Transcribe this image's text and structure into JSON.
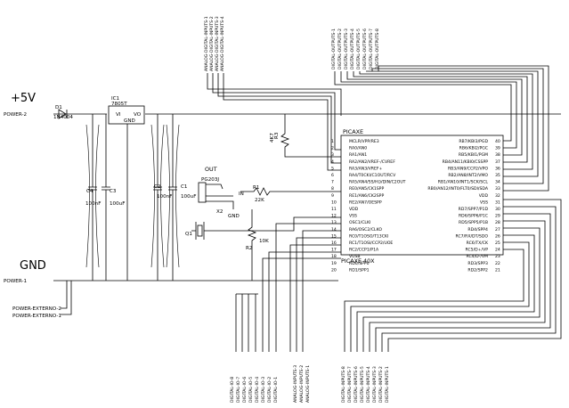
{
  "rails": {
    "vplus": "+5V",
    "gnd": "GND"
  },
  "ports": {
    "power2": "POWER-2",
    "power1": "POWER-1",
    "ext2": "POWER-EXTERNO-2",
    "ext1": "POWER-EXTERNO-1",
    "out": "OUT",
    "in": "IN",
    "gnd_small": "GND"
  },
  "parts": {
    "d1": "D1",
    "d1_val": "1N4004",
    "ic1": "IC1",
    "ic1_val": "7805T",
    "ic1_vi": "VI",
    "ic1_vo": "VO",
    "ic1_gnd": "GND",
    "c4": "C4",
    "c4_val": "100nF",
    "c3": "C3",
    "c3_val": "100uF",
    "c2": "C2",
    "c2_val": "100nF",
    "c1": "C1",
    "c1_val": "100uF",
    "r3": "R3",
    "r3_val": "4K7",
    "r1": "R1",
    "r1_val": "22K",
    "r2": "R2",
    "r2_val": "10K",
    "jack": "PG203J",
    "x2": "X2",
    "q1": "Q1"
  },
  "chip": {
    "name": "PICAXE",
    "footer": "PICAXE 40X",
    "left_pins": [
      {
        "num": "1",
        "name": "MCLR/VPP/RE3"
      },
      {
        "num": "2",
        "name": "RA0/AN0"
      },
      {
        "num": "3",
        "name": "RA1/AN1"
      },
      {
        "num": "4",
        "name": "RA2/AN2/VREF-/CVREF"
      },
      {
        "num": "5",
        "name": "RA3/AN3/VREF+"
      },
      {
        "num": "6",
        "name": "RA4/T0CKI/C1OUT/RCV"
      },
      {
        "num": "7",
        "name": "RA5/AN4/SS/HLVDIN/C2OUT"
      },
      {
        "num": "8",
        "name": "RE0/AN5/CK1SPP"
      },
      {
        "num": "9",
        "name": "RE1/AN6/CK2SPP"
      },
      {
        "num": "10",
        "name": "RE2/AN7/OESPP"
      },
      {
        "num": "11",
        "name": "VDD"
      },
      {
        "num": "12",
        "name": "VSS"
      },
      {
        "num": "13",
        "name": "OSC1/CLKI"
      },
      {
        "num": "14",
        "name": "RA6/OSC2/CLKO"
      },
      {
        "num": "15",
        "name": "RC0/T1OSO/T13CKI"
      },
      {
        "num": "16",
        "name": "RC1/T1OSI/CCP2/UOE"
      },
      {
        "num": "17",
        "name": "RC2/CCP1/P1A"
      },
      {
        "num": "18",
        "name": "VUSB"
      },
      {
        "num": "19",
        "name": "RD0/SPP0"
      },
      {
        "num": "20",
        "name": "RD1/SPP1"
      }
    ],
    "right_pins": [
      {
        "num": "40",
        "name": "RB7/KBI3/PGD"
      },
      {
        "num": "39",
        "name": "RB6/KBI2/PGC"
      },
      {
        "num": "38",
        "name": "RB5/KBI1/PGM"
      },
      {
        "num": "37",
        "name": "RB4/AN11/KBI0/CSSPP"
      },
      {
        "num": "36",
        "name": "RB3/AN9/CCP2/VPO"
      },
      {
        "num": "35",
        "name": "RB2/AN8/INT2/VMO"
      },
      {
        "num": "34",
        "name": "RB1/AN10/INT1/SCK/SCL"
      },
      {
        "num": "33",
        "name": "RB0/AN12/INT0/FLT0/SDI/SDA"
      },
      {
        "num": "32",
        "name": "VDD"
      },
      {
        "num": "31",
        "name": "VSS"
      },
      {
        "num": "30",
        "name": "RD7/SPP7/P1D"
      },
      {
        "num": "29",
        "name": "RD6/SPP6/P1C"
      },
      {
        "num": "28",
        "name": "RD5/SPP5/P1B"
      },
      {
        "num": "27",
        "name": "RD4/SPP4"
      },
      {
        "num": "26",
        "name": "RC7/RX/DT/SDO"
      },
      {
        "num": "25",
        "name": "RC6/TX/CK"
      },
      {
        "num": "24",
        "name": "RC5/D+/VP"
      },
      {
        "num": "23",
        "name": "RC4/D-/VM"
      },
      {
        "num": "22",
        "name": "RD3/SPP3"
      },
      {
        "num": "21",
        "name": "RD2/SPP2"
      }
    ]
  },
  "top_left_connectors": [
    "ANALOG-DIGITAL-INPUTS-1",
    "ANALOG-DIGITAL-INPUTS-2",
    "ANALOG-DIGITAL-INPUTS-3",
    "ANALOG-DIGITAL-INPUTS-4"
  ],
  "top_right_connectors": [
    "DIGITAL-OUTPUTS-1",
    "DIGITAL-OUTPUTS-2",
    "DIGITAL-OUTPUTS-3",
    "DIGITAL-OUTPUTS-4",
    "DIGITAL-OUTPUTS-5",
    "DIGITAL-OUTPUTS-6",
    "DIGITAL-OUTPUTS-7",
    "DIGITAL-OUTPUTS-8"
  ],
  "bottom_io_connectors": [
    "DIGITAL-IO-8",
    "DIGITAL-IO-7",
    "DIGITAL-IO-6",
    "DIGITAL-IO-5",
    "DIGITAL-IO-4",
    "DIGITAL-IO-3",
    "DIGITAL-IO-2",
    "DIGITAL-IO-1"
  ],
  "bottom_analog_connectors": [
    "ANALOG-INPUTS-3",
    "ANALOG-INPUTS-2",
    "ANALOG-INPUTS-1"
  ],
  "bottom_digital_connectors": [
    "DIGITAL-INPUTS-8",
    "DIGITAL-INPUTS-7",
    "DIGITAL-INPUTS-6",
    "DIGITAL-INPUTS-5",
    "DIGITAL-INPUTS-4",
    "DIGITAL-INPUTS-3",
    "DIGITAL-INPUTS-2",
    "DIGITAL-INPUTS-1"
  ]
}
